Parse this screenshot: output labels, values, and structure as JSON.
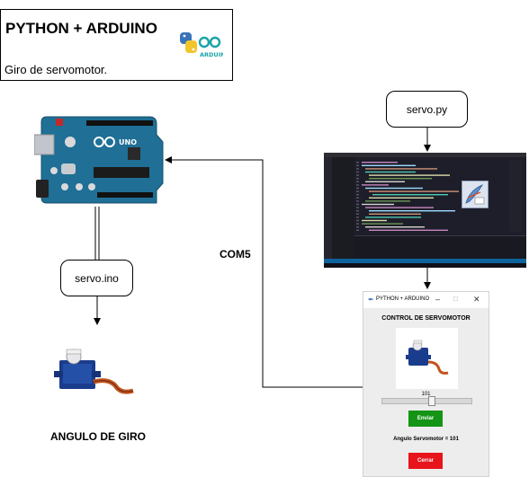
{
  "header": {
    "title": "PYTHON + ARDUINO",
    "subtitle": "Giro de servomotor."
  },
  "nodes": {
    "python_script": "servo.py",
    "arduino_sketch": "servo.ino",
    "port_label": "COM5",
    "output_label": "ANGULO DE GIRO"
  },
  "arduino_board": {
    "logo_text": "UNO",
    "label": "ARDUINO"
  },
  "gui_window": {
    "window_title": "PYTHON + ARDUINO",
    "heading": "CONTROL DE SERVOMOTOR",
    "slider_value": "101",
    "slider_fraction": 0.56,
    "send_button": "Enviar",
    "status_text": "Angulo Servomotor = 101",
    "close_button": "Cerrar"
  },
  "colors": {
    "board": "#1f6f96",
    "send_button": "#149414",
    "close_button": "#e8141c",
    "editor_bg": "#1e1e2a",
    "servo_body": "#1a3c8c",
    "servo_cable": "#c1541f"
  }
}
